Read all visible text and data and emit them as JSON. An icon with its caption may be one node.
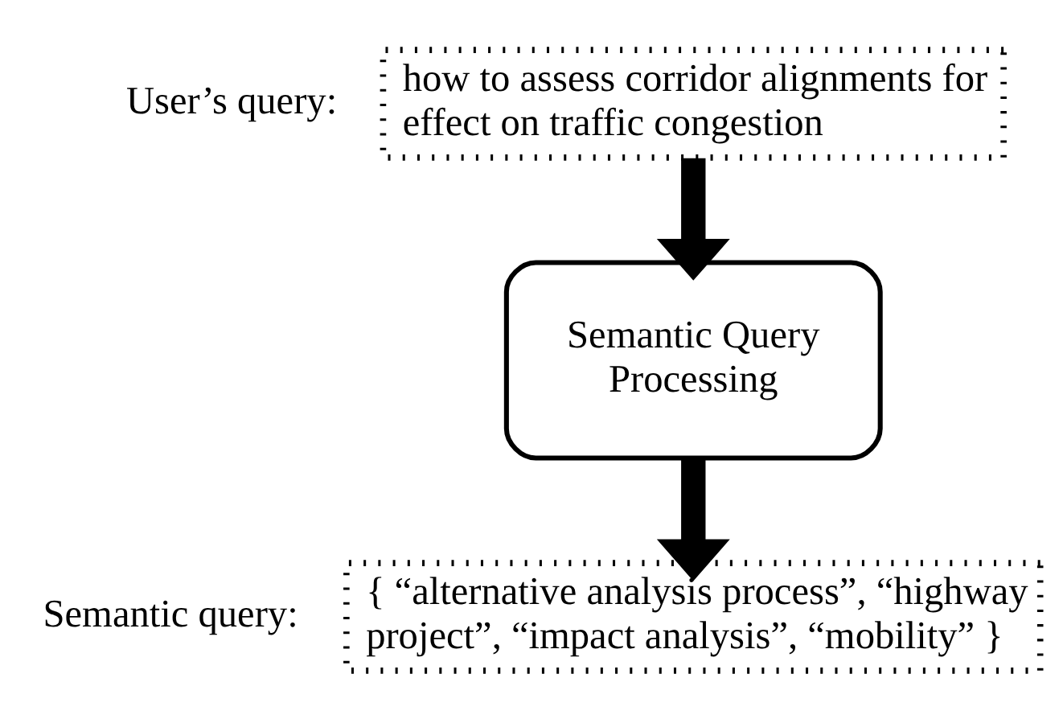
{
  "diagram": {
    "nodes": [
      {
        "text": [
          "how to assess corridor alignments for effect on traffic congestion"
        ],
        "beside": [
          "User’s query:"
        ]
      },
      {
        "text": [
          "Semantic Query Processing"
        ]
      },
      {
        "text": [
          "{ “alternative analysis process”, “highway project”, “impact analysis”, “mobility” }"
        ],
        "beside": [
          "Semantic query:"
        ]
      }
    ],
    "edges": [
      {
        "from": 0,
        "to": 1,
        "arrow": "to"
      },
      {
        "from": 1,
        "to": 2,
        "arrow": "to"
      }
    ]
  }
}
